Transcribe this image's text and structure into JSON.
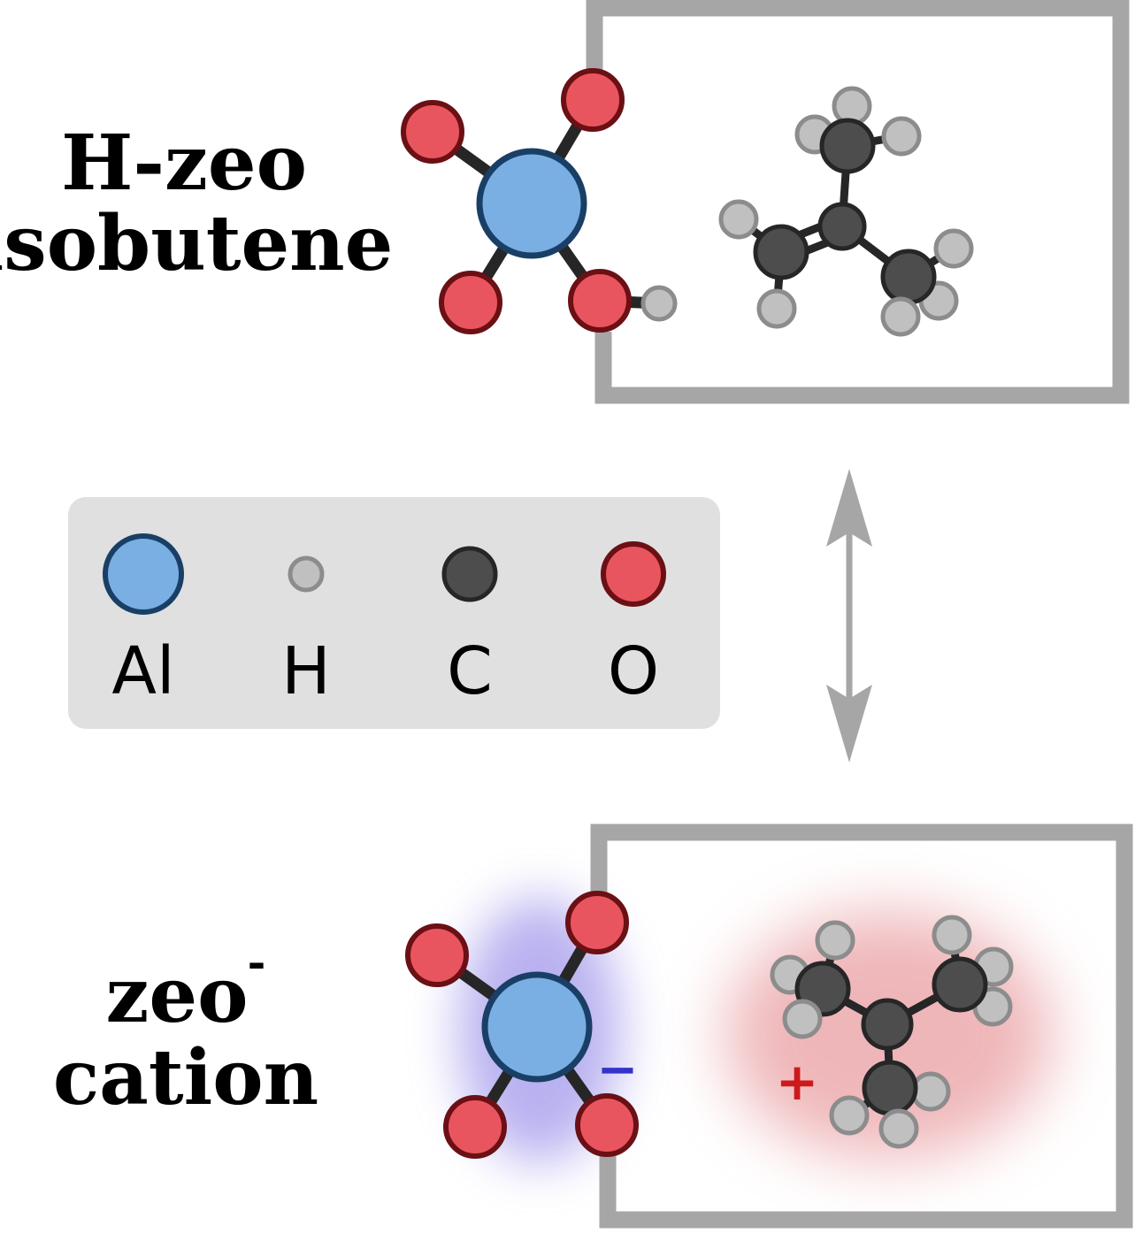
{
  "top_state": {
    "label_line1": "H-zeo",
    "label_line2": "isobutene"
  },
  "bottom_state": {
    "label_line1": "zeo",
    "label_superscript": "-",
    "label_line2": "cation",
    "anion_charge_sign": "−",
    "cation_charge_sign": "+"
  },
  "legend": {
    "items": [
      {
        "symbol": "Al",
        "fill": "#7aafe3",
        "stroke": "#1a3f66"
      },
      {
        "symbol": "H",
        "fill": "#c0c0c0",
        "stroke": "#8c8c8c"
      },
      {
        "symbol": "C",
        "fill": "#4d4d4d",
        "stroke": "#262626"
      },
      {
        "symbol": "O",
        "fill": "#e9555e",
        "stroke": "#6b1015"
      }
    ]
  },
  "colors": {
    "frame": "#a6a6a6",
    "bond": "#262626",
    "arrow": "#a6a6a6",
    "legend_bg": "#e0e0e0",
    "anion_glow": "#8b7fe6",
    "cation_glow": "#e58a8f",
    "minus_sign": "#3333cc",
    "plus_sign": "#cc1a1a"
  }
}
